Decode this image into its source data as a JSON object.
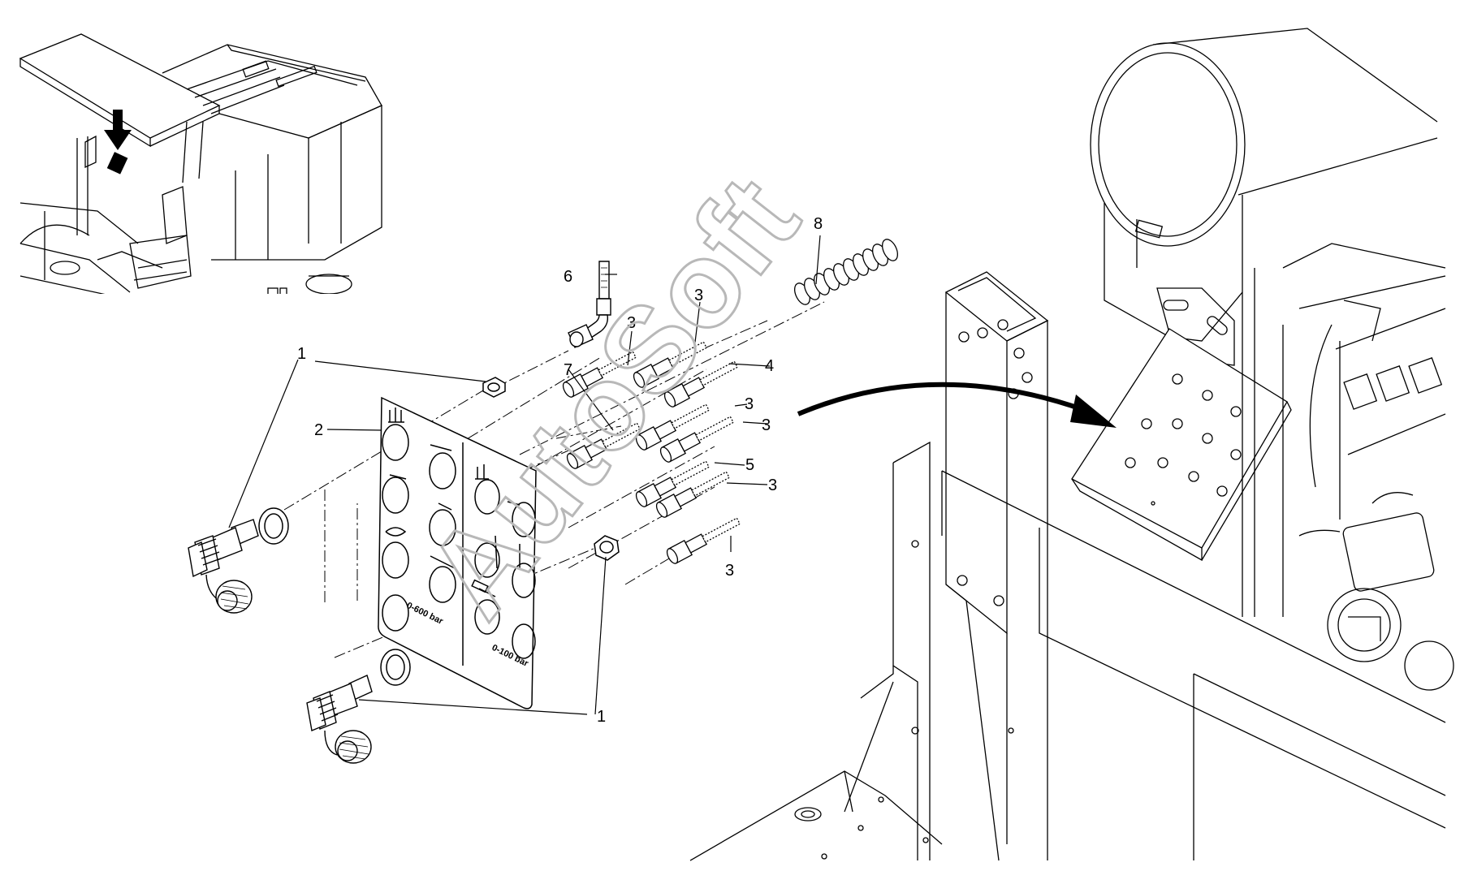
{
  "callouts": [
    {
      "id": "c1a",
      "text": "1"
    },
    {
      "id": "c1b",
      "text": "1"
    },
    {
      "id": "c2",
      "text": "2"
    },
    {
      "id": "c3a",
      "text": "3"
    },
    {
      "id": "c3b",
      "text": "3"
    },
    {
      "id": "c3c",
      "text": "3"
    },
    {
      "id": "c3d",
      "text": "3"
    },
    {
      "id": "c3e",
      "text": "3"
    },
    {
      "id": "c3f",
      "text": "3"
    },
    {
      "id": "c4",
      "text": "4"
    },
    {
      "id": "c5",
      "text": "5"
    },
    {
      "id": "c6",
      "text": "6"
    },
    {
      "id": "c7",
      "text": "7"
    },
    {
      "id": "c8",
      "text": "8"
    }
  ],
  "plate": {
    "left_scale": "0-600 bar",
    "right_scale": "0-100 bar"
  },
  "watermark": "AutoSoft"
}
